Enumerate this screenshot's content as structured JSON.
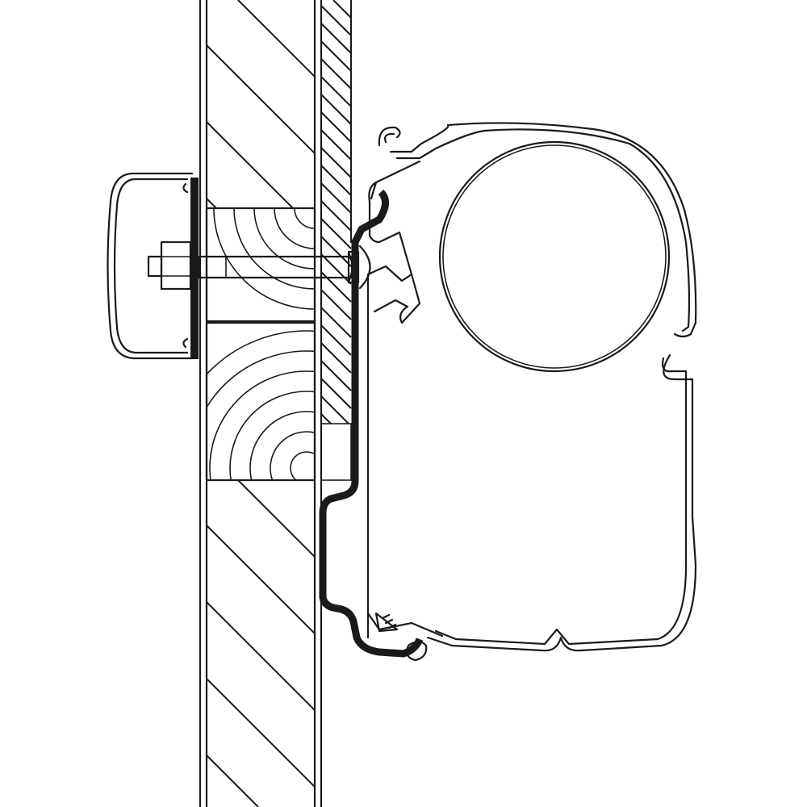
{
  "diagram": {
    "colors": {
      "line": "#1a1a1a",
      "background": "#ffffff",
      "bracket_fill": "#1a1a1a"
    },
    "parts": [
      "wall-outer-panel",
      "wall-inner-panel",
      "wood-block",
      "bolt",
      "counter-plate",
      "mounting-bracket",
      "awning-housing",
      "roller-tube",
      "screw"
    ]
  }
}
